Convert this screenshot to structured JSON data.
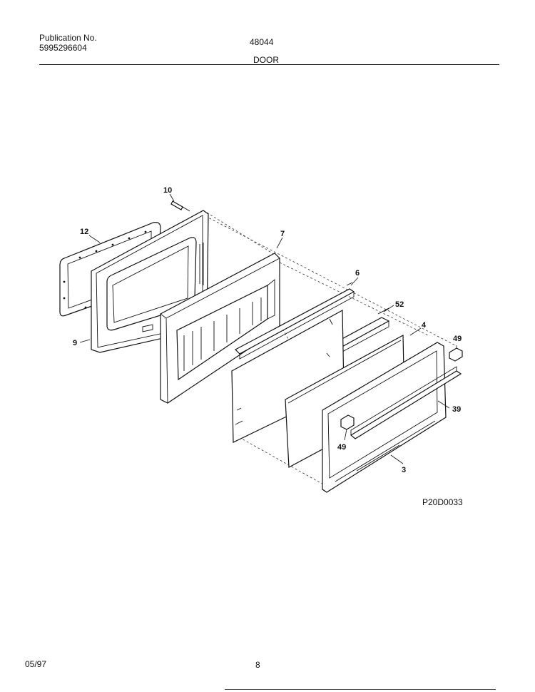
{
  "header": {
    "publication_label": "Publication No.",
    "publication_number": "5995296604",
    "model": "48044",
    "section_title": "DOOR"
  },
  "diagram": {
    "drawing_code": "P20D0033",
    "callouts": [
      "10",
      "12",
      "9",
      "7",
      "6",
      "52",
      "4",
      "49",
      "39",
      "49",
      "3"
    ]
  },
  "footer": {
    "date": "05/97",
    "page_number": "8"
  }
}
